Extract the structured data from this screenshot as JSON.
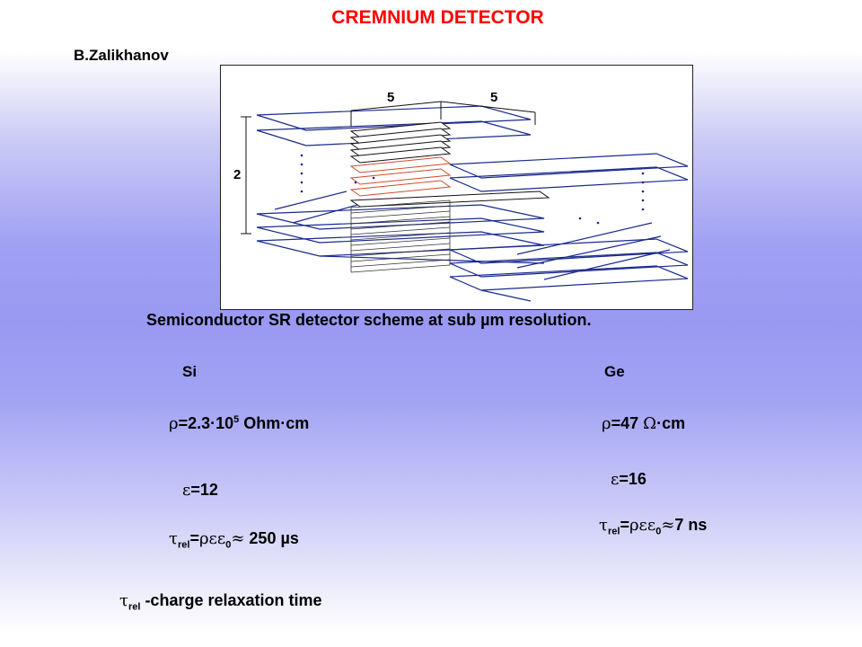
{
  "title": "CREMNIUM DETECTOR",
  "author": "B.Zalikhanov",
  "figure": {
    "dim_label_1": "5",
    "dim_label_2": "5",
    "dim_label_3": "2"
  },
  "caption": "Semiconductor SR detector scheme at sub µm resolution.",
  "si": {
    "label": "Si",
    "rho_value": "=2.3·10",
    "rho_exp": "5",
    "rho_unit": " Ohm·cm",
    "eps_value": "=12",
    "tau_value": "  250 µs"
  },
  "ge": {
    "label": "Ge",
    "rho_value": "=47 ",
    "rho_unit": "·cm",
    "eps_value": "=16",
    "tau_value": "7 ns"
  },
  "footnote": {
    "text": " -charge relaxation time"
  },
  "symbols": {
    "rho": "ρ",
    "epsilon": "ε",
    "tau": "τ",
    "omega": "Ω",
    "approx": "≈",
    "equals": "=",
    "sub_rel": "rel",
    "sub_zero": "0"
  }
}
